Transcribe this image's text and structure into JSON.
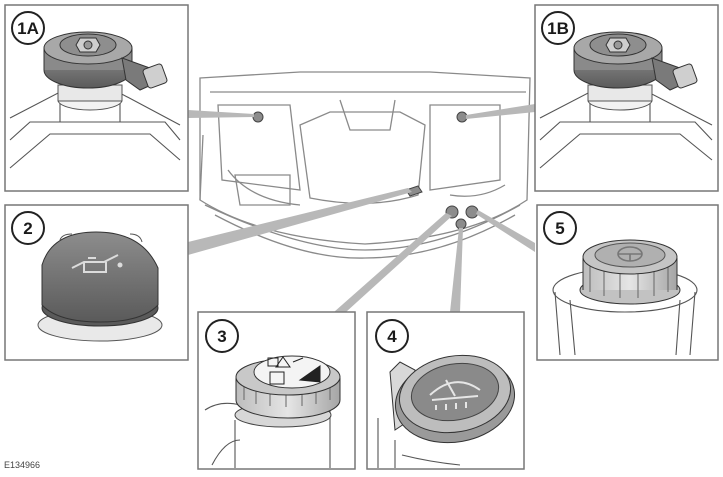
{
  "panels": [
    {
      "id": "1A",
      "label": "1A"
    },
    {
      "id": "1B",
      "label": "1B"
    },
    {
      "id": "2",
      "label": "2"
    },
    {
      "id": "3",
      "label": "3"
    },
    {
      "id": "4",
      "label": "4"
    },
    {
      "id": "5",
      "label": "5"
    }
  ],
  "reference_code": "E134966",
  "colors": {
    "line": "#444444",
    "pointer": "#b3b3b3",
    "cap_dark": "#6a6a6a",
    "cap_mid": "#9a9a9a",
    "cap_light": "#cfcfcf",
    "frame": "#777777"
  }
}
